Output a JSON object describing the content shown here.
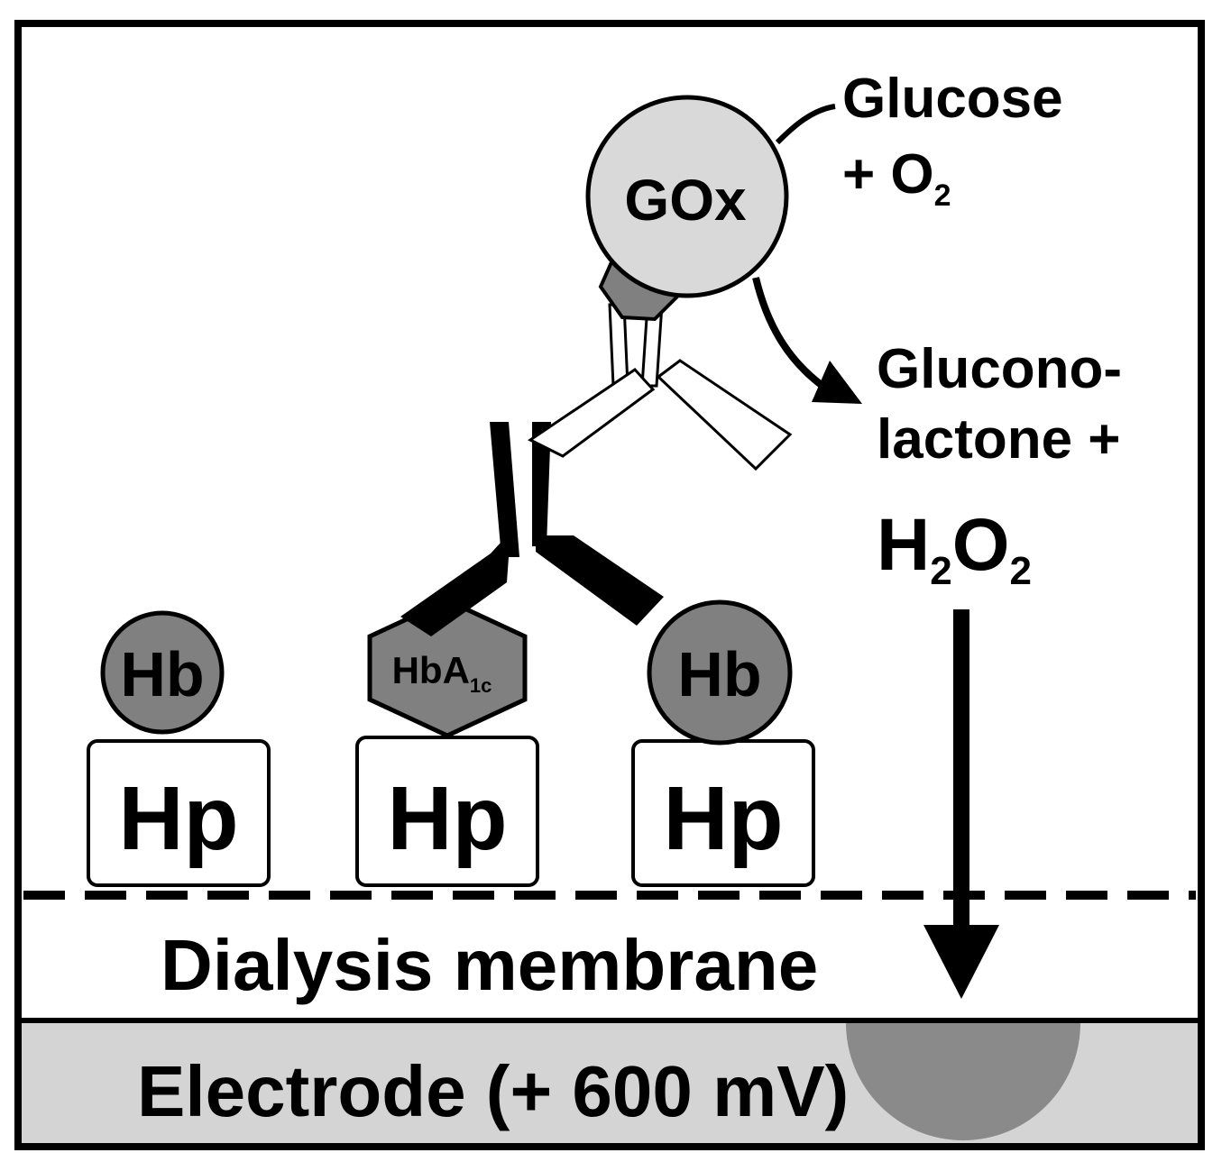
{
  "enzyme": {
    "label": "GOx"
  },
  "reaction": {
    "substrate": {
      "line1": "Glucose",
      "line2_prefix": "+ O",
      "line2_sub": "2"
    },
    "products": {
      "line1": "Glucono-",
      "line2": "lactone +",
      "h2o2": {
        "h": "H",
        "sub1": "2",
        "o": "O",
        "sub2": "2"
      }
    }
  },
  "proteins": {
    "hb_left": "Hb",
    "hb_right": "Hb",
    "hba1c": {
      "main": "HbA",
      "sub": "1c"
    },
    "hp_labels": [
      "Hp",
      "Hp",
      "Hp"
    ]
  },
  "layers": {
    "membrane": "Dialysis membrane",
    "electrode": "Electrode (+ 600 mV)"
  },
  "colors": {
    "protein_fill": "#808080",
    "enzyme_fill": "#d9d9d9",
    "electrode_fill": "#d4d4d4",
    "spot_fill": "#8a8a8a"
  }
}
